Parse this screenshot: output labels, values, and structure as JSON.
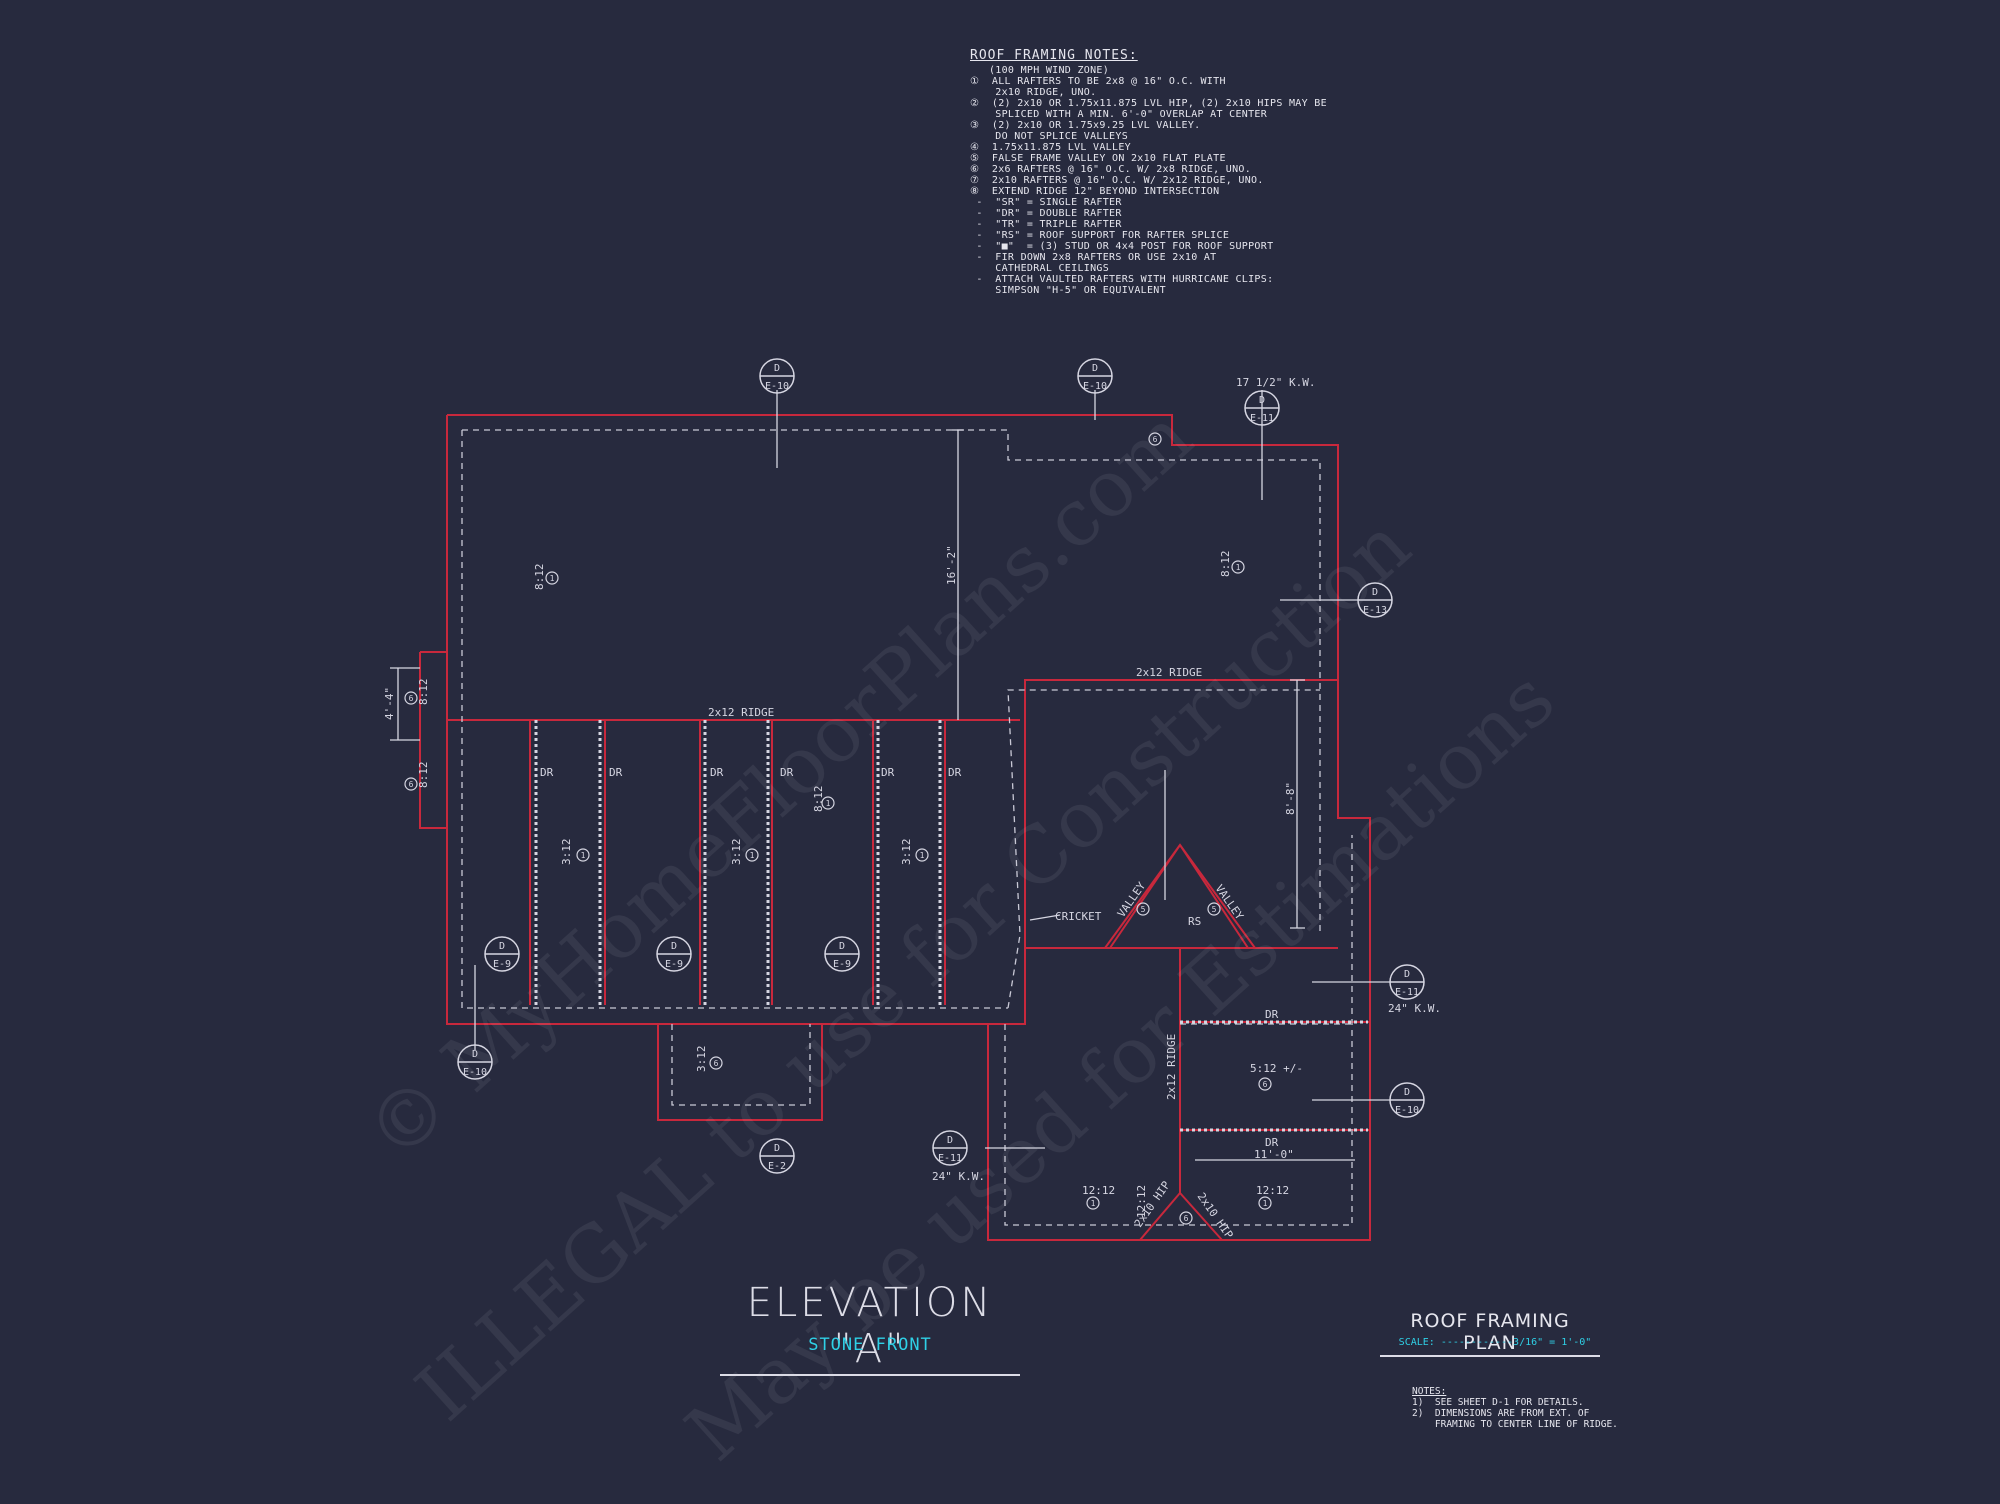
{
  "roof_notes": {
    "title": "ROOF FRAMING NOTES:",
    "lines": [
      "   (100 MPH WIND ZONE)",
      "①  ALL RAFTERS TO BE 2x8 @ 16\" O.C. WITH",
      "    2x10 RIDGE, UNO.",
      "②  (2) 2x10 OR 1.75x11.875 LVL HIP, (2) 2x10 HIPS MAY BE",
      "    SPLICED WITH A MIN. 6'-0\" OVERLAP AT CENTER",
      "③  (2) 2x10 OR 1.75x9.25 LVL VALLEY.",
      "    DO NOT SPLICE VALLEYS",
      "④  1.75x11.875 LVL VALLEY",
      "⑤  FALSE FRAME VALLEY ON 2x10 FLAT PLATE",
      "⑥  2x6 RAFTERS @ 16\" O.C. W/ 2x8 RIDGE, UNO.",
      "⑦  2x10 RAFTERS @ 16\" O.C. W/ 2x12 RIDGE, UNO.",
      "⑧  EXTEND RIDGE 12\" BEYOND INTERSECTION",
      " -  \"SR\" = SINGLE RAFTER",
      " -  \"DR\" = DOUBLE RAFTER",
      " -  \"TR\" = TRIPLE RAFTER",
      " -  \"RS\" = ROOF SUPPORT FOR RAFTER SPLICE",
      " -  \"■\"  = (3) STUD OR 4x4 POST FOR ROOF SUPPORT",
      " -  FIR DOWN 2x8 RAFTERS OR USE 2x10 AT",
      "    CATHEDRAL CEILINGS",
      " -  ATTACH VAULTED RAFTERS WITH HURRICANE CLIPS:",
      "    SIMPSON \"H-5\" OR EQUIVALENT"
    ]
  },
  "plan_labels": {
    "ridge_main": "2x12 RIDGE",
    "ridge_right": "2x12 RIDGE",
    "ridge_vertical": "2x12 RIDGE",
    "dr": "DR",
    "cricket": "CRICKET",
    "valley": "VALLEY",
    "rs": "RS",
    "hip": "2x10 HIP",
    "kw_top": "17 1/2\" K.W.",
    "kw_right": "24\" K.W.",
    "kw_left": "24\" K.W.",
    "dim_16_2": "16'-2\"",
    "dim_8_8": "8'-8\"",
    "dim_4_4": "4'-4\"",
    "dim_11_0": "11'-0\"",
    "slope_8_12": "8:12",
    "slope_3_12": "3:12",
    "slope_12_12": "12:12",
    "slope_5_12": "5:12 +/-",
    "note_1": "1",
    "note_6": "6",
    "note_5": "5",
    "sec_d": "D",
    "sec_e9": "E-9",
    "sec_e10": "E-10",
    "sec_e11": "E-11",
    "sec_e13": "E-13",
    "sec_e2": "E-2"
  },
  "elevation": {
    "title": "ELEVATION \"A\"",
    "subtitle": "STONE FRONT"
  },
  "plan_title": {
    "title": "ROOF FRAMING PLAN",
    "scale": "SCALE: ------------3/16\" = 1'-0\""
  },
  "footer_notes": {
    "heading": "NOTES:",
    "lines": [
      "1)  SEE SHEET D-1 FOR DETAILS.",
      "2)  DIMENSIONS ARE FROM EXT. OF",
      "    FRAMING TO CENTER LINE OF RIDGE."
    ]
  },
  "watermark": {
    "line1": "© MyHomeFloorPlans.com",
    "line2": "ILLEGAL to use for Construction",
    "line3": "May be used for Estimations"
  },
  "colors": {
    "background": "#272a3e",
    "outline": "#c8283c",
    "linework": "#d6d6e2",
    "accent": "#2fd0e6"
  }
}
